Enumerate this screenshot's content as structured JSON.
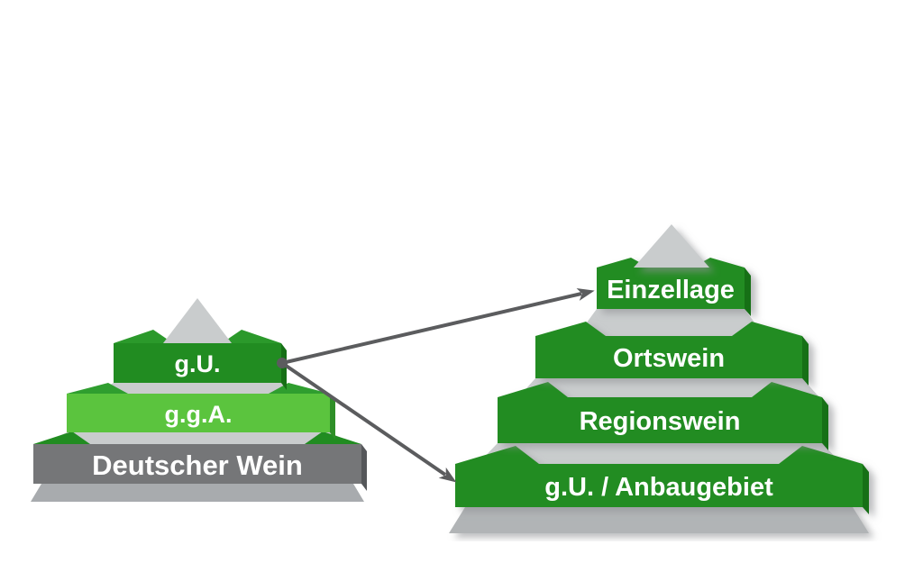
{
  "diagram": {
    "title": "wine-classification-pyramids",
    "left_pyramid": {
      "tiers": [
        {
          "label": "g.U."
        },
        {
          "label": "g.g.A."
        },
        {
          "label": "Deutscher Wein"
        }
      ]
    },
    "right_pyramid": {
      "tiers": [
        {
          "label": "Einzellage"
        },
        {
          "label": "Ortswein"
        },
        {
          "label": "Regionswein"
        },
        {
          "label": "g.U. / Anbaugebiet"
        }
      ]
    },
    "connections": [
      {
        "from": "g.U.",
        "to": "Einzellage"
      },
      {
        "from": "g.U.",
        "to": "g.U. / Anbaugebiet"
      }
    ]
  },
  "colors": {
    "dark_green": "#218c21",
    "dark_green_wing": "#2b992b",
    "dark_green_side": "#166f16",
    "light_green": "#5bc43e",
    "light_green_wing": "#2f9e2f",
    "light_green_side": "#2e8f27",
    "gray_front": "#757678",
    "gray_front_side": "#55575a",
    "pyramid_body_gray": "#c9cccd",
    "base_gray_left": "#a8abae",
    "base_gray_right": "#b1b4b6",
    "arrow_gray": "#5b5c5e",
    "label_white": "#ffffff",
    "background": "#ffffff"
  }
}
